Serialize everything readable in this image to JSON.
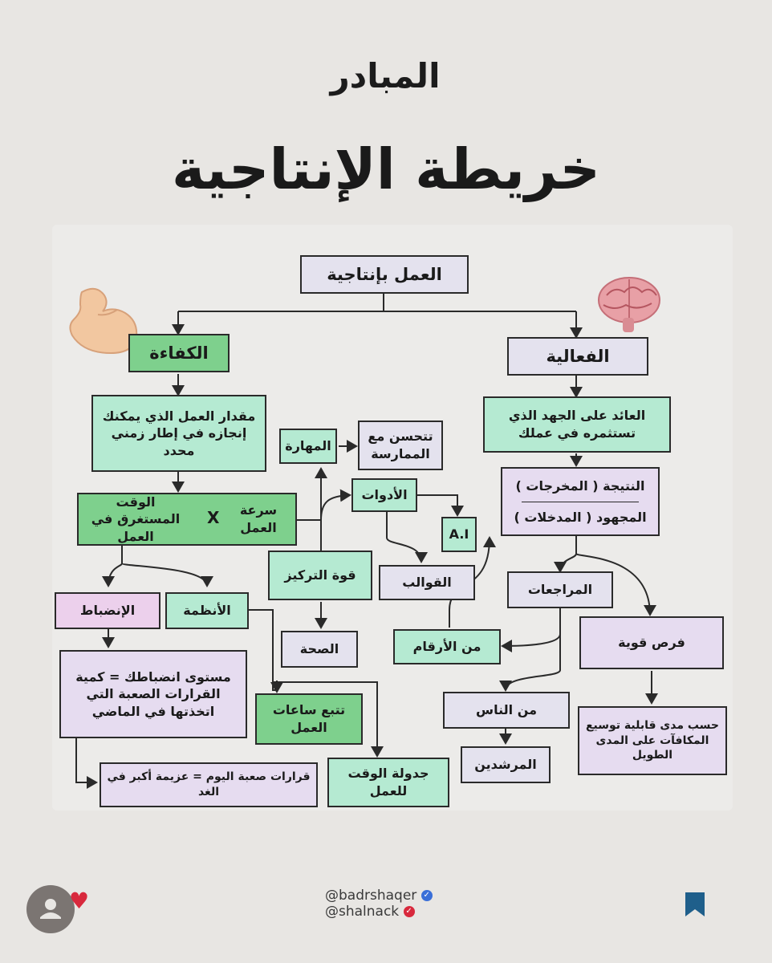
{
  "brand": "المبادر",
  "title": "خريطة الإنتاجية",
  "nodes": {
    "root": "العمل بإنتاجية",
    "efficiency": "الكفاءة",
    "effectiveness": "الفعالية",
    "efficiency_def": "مقدار العمل الذي يمكنك إنجازه في إطار زمني محدد",
    "effectiveness_def": "العائد على الجهد الذي تستثمره في عملك",
    "ratio_top": "النتيجة ( المخرجات )",
    "ratio_bottom": "المجهود ( المدخلات )",
    "speed": "سرعة العمل",
    "time": "الوقت المستغرق في العمل",
    "multiply": "X",
    "skill": "المهارة",
    "improve": "تتحسن مع الممارسة",
    "tools": "الأدوات",
    "ai": "A.I",
    "templates": "القوالب",
    "focus": "قوة التركيز",
    "health": "الصحة",
    "discipline": "الإنضباط",
    "systems": "الأنظمة",
    "discipline_def": "مستوى انضباطك = كمية القرارات الصعبة التي اتخذتها في الماضي",
    "track_hours": "تتبع ساعات العمل",
    "schedule": "جدولة الوقت للعمل",
    "hard_decisions": "قرارات صعبة اليوم = عزيمة أكبر في الغد",
    "references": "المراجعات",
    "from_numbers": "من الأرقام",
    "from_people": "من الناس",
    "mentors": "المرشدين",
    "opportunities": "فرص قوية",
    "opportunities_def": "حسب مدى قابلية توسيع المكافآت على المدى الطويل"
  },
  "footer": {
    "handle1": "@badrshaqer",
    "handle2": "@shalnack"
  }
}
